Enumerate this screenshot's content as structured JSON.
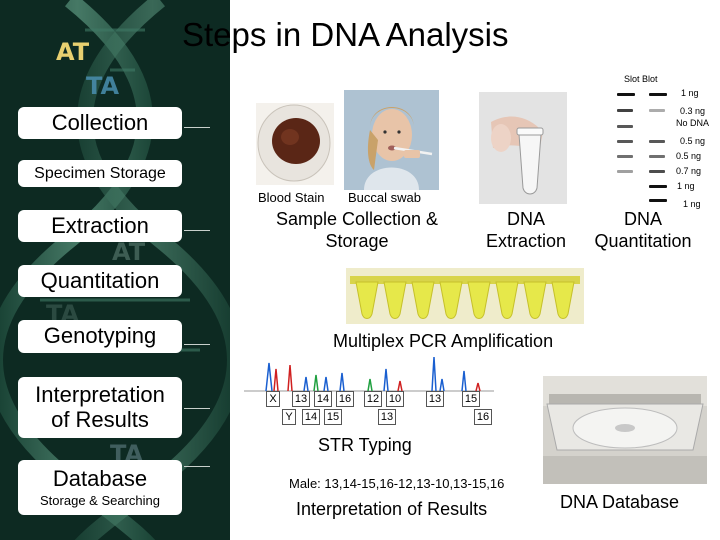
{
  "slide": {
    "title": "Steps in DNA Analysis"
  },
  "steps": [
    {
      "label": "Collection",
      "sub": ""
    },
    {
      "label": "Specimen Storage",
      "sub": ""
    },
    {
      "label": "Extraction",
      "sub": ""
    },
    {
      "label": "Quantitation",
      "sub": ""
    },
    {
      "label": "Genotyping",
      "sub": ""
    },
    {
      "label": "Interpretation of Results",
      "sub": ""
    },
    {
      "label": "Database",
      "sub": "Storage & Searching"
    }
  ],
  "helix_letters": [
    "AT",
    "TA",
    "AT",
    "TA",
    "TA"
  ],
  "images": {
    "blood_stain_caption": "Blood Stain",
    "buccal_swab_caption": "Buccal swab",
    "sample_collection_caption": "Sample Collection & Storage",
    "dna_extraction_caption": "DNA Extraction",
    "dna_quantitation_caption": "DNA Quantitation",
    "multiplex_caption": "Multiplex PCR Amplification",
    "str_typing_caption": "STR Typing",
    "male_profile": "Male: 13,14-15,16-12,13-10,13-15,16",
    "interpretation_caption": "Interpretation of Results",
    "database_caption": "DNA Database"
  },
  "slot_blot": {
    "title": "Slot Blot",
    "labels": [
      "1 ng",
      "0.3 ng",
      "No DNA",
      "0.5 ng",
      "0.5 ng",
      "0.7 ng",
      "1 ng",
      "1 ng"
    ]
  },
  "str_alleles": {
    "top": [
      "X",
      "13",
      "14",
      "16",
      "12",
      "10",
      "13",
      "15"
    ],
    "bottom": [
      "Y",
      "14",
      "15",
      "13",
      "16"
    ]
  },
  "colors": {
    "panel_bg": "#0d2a22",
    "helix_letter": "#e8d070",
    "helix_letter_faint": "#4a8fb0",
    "pcr_tubes": "#e6e84a"
  }
}
